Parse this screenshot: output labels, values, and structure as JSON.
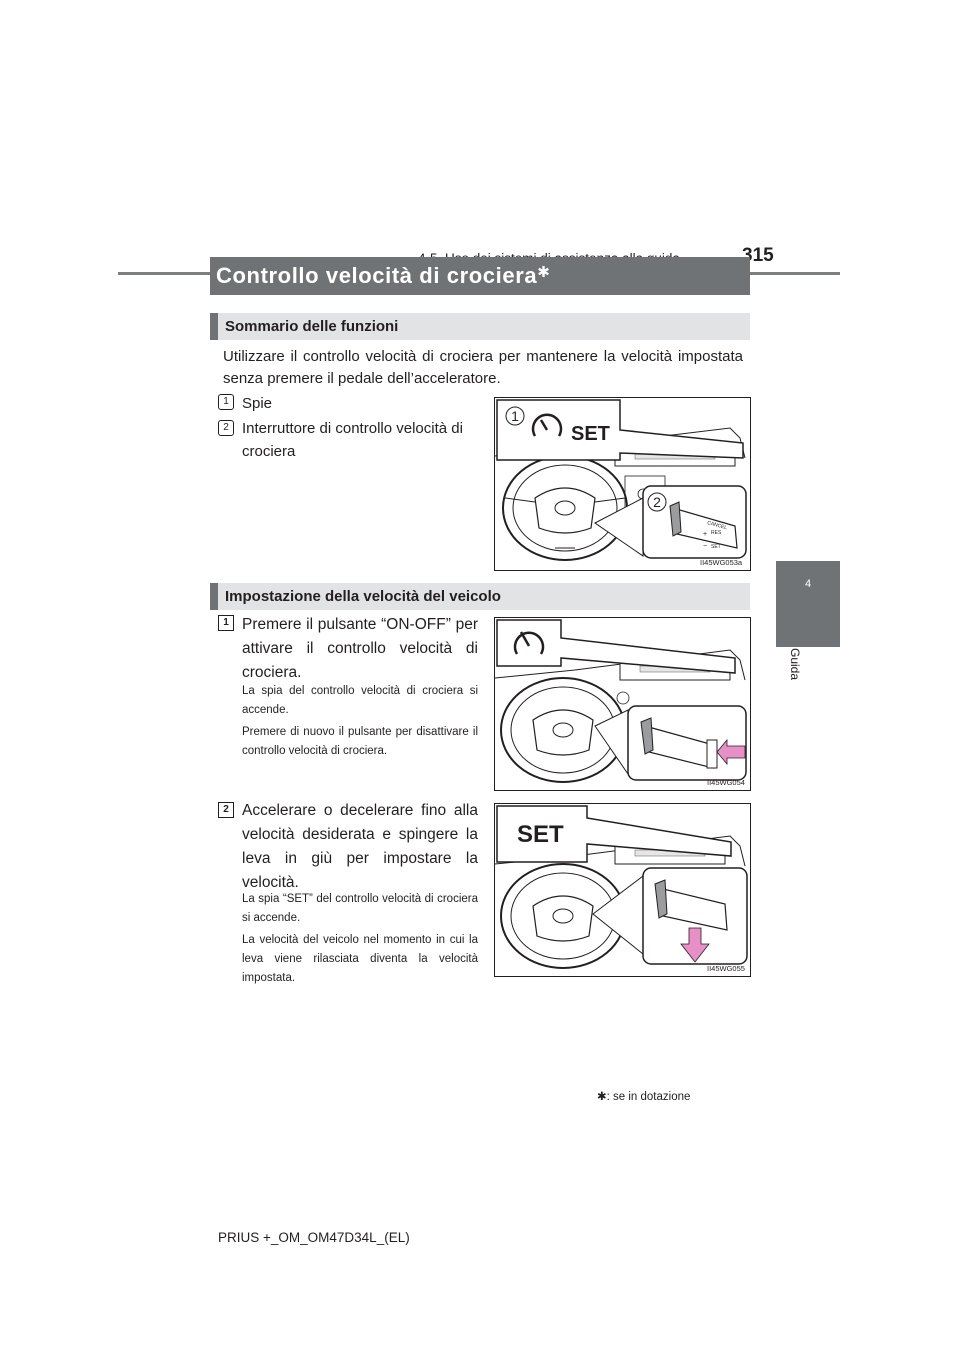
{
  "header": {
    "section": "4-5. Uso dei sistemi di assistenza alla guida",
    "page_number": "315"
  },
  "side_tab": {
    "number": "4",
    "label": "Guida"
  },
  "title": {
    "text": "Controllo velocità di crociera",
    "marker": "✱"
  },
  "section1": {
    "heading": "Sommario delle funzioni",
    "intro": "Utilizzare il controllo velocità di crociera per mantenere la velocità impostata senza premere il pedale dell’acceleratore.",
    "items": [
      {
        "num": "1",
        "text": "Spie"
      },
      {
        "num": "2",
        "text": "Interruttore di controllo velocità di crociera"
      }
    ],
    "figure": {
      "code": "II45WG053a",
      "callouts": [
        "1",
        "2"
      ],
      "display_text": "SET",
      "lever_labels": {
        "cancel": "CANCEL",
        "res": "RES",
        "set": "SET",
        "plus": "+",
        "minus": "−"
      }
    }
  },
  "section2": {
    "heading": "Impostazione della velocità del veicolo",
    "steps": [
      {
        "num": "1",
        "text": "Premere il pulsante “ON-OFF” per attivare il controllo velocità di crociera.",
        "notes": [
          "La spia del controllo velocità di crociera si accende.",
          "Premere di nuovo il pulsante per disattivare il controllo velocità di crociera."
        ],
        "figure_code": "II45WG054"
      },
      {
        "num": "2",
        "text": "Accelerare o decelerare fino alla velocità desiderata e spingere la leva in giù per impostare la velocità.",
        "notes": [
          "La spia “SET” del controllo velocità di crociera si accende.",
          "La velocità del veicolo nel momento in cui la leva viene rilasciata diventa la velocità impostata."
        ],
        "figure_code": "II45WG055",
        "display_text": "SET"
      }
    ]
  },
  "footnote": {
    "marker": "✱",
    "text": ": se in dotazione"
  },
  "footer": {
    "text": "PRIUS +_OM_OM47D34L_(EL)"
  },
  "colors": {
    "bar_dark": "#6f7375",
    "bar_light": "#e2e3e4",
    "arrow_pink": "#e88fc8"
  }
}
